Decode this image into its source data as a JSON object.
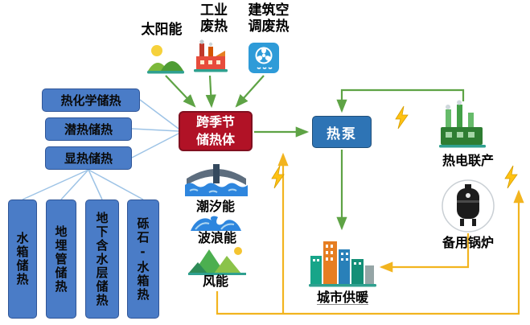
{
  "colors": {
    "box_blue": "#4A7CC7",
    "storage_red": "#B11226",
    "heat_pump_blue": "#2E74B5",
    "arrow_green": "#5EA345",
    "arrow_yellow": "#F2B41F",
    "connector_blue": "#9DC3E6",
    "lightning_yellow": "#FFC213"
  },
  "top_sources": {
    "solar": "太阳能",
    "industrial": "工业\n废热",
    "building_ac": "建筑空\n调废热"
  },
  "storage": {
    "seasonal_body": "跨季节\n储热体",
    "types": [
      "热化学储热",
      "潜热储热",
      "显热储热"
    ],
    "sensible_sub_types": [
      "水箱储热",
      "地埋管储热",
      "地下含水层储热",
      "砾石-水箱热"
    ]
  },
  "heat_pump": "热泵",
  "renewables": [
    "潮汐能",
    "波浪能",
    "风能"
  ],
  "supply": {
    "chp": "热电联产",
    "backup_boiler": "备用锅炉",
    "city_heating": "城市供暖"
  }
}
